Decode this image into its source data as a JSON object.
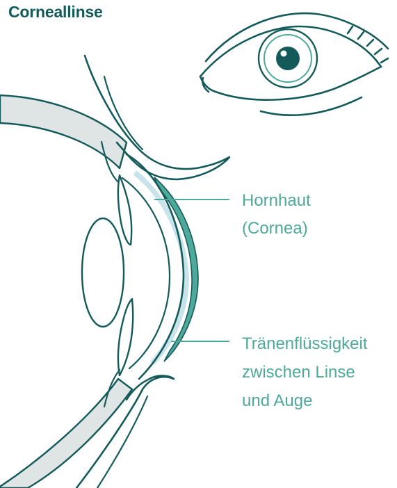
{
  "title": "Corneallinse",
  "labels": {
    "cornea": [
      "Hornhaut",
      "(Cornea)"
    ],
    "tear_fluid": [
      "Tränenflüssigkeit",
      "zwischen Linse",
      "und Auge"
    ]
  },
  "colors": {
    "outline": "#145a5a",
    "accent": "#4fa99a",
    "sclera": "#dfe4e4",
    "tear": "#c9e3ea"
  }
}
